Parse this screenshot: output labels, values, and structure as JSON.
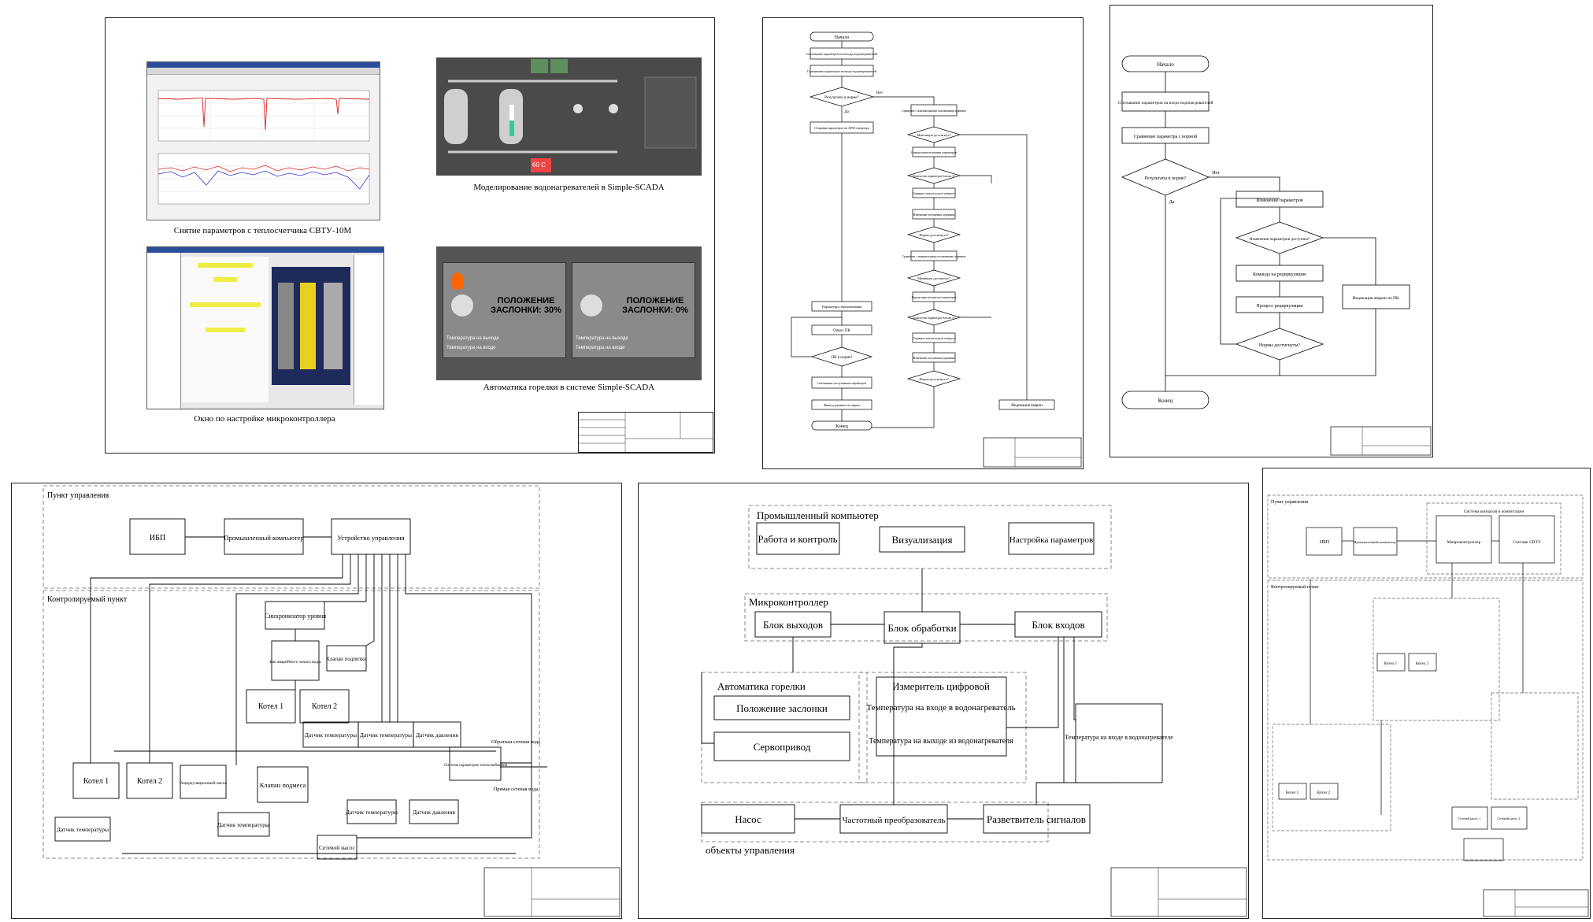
{
  "sheet1": {
    "caption_tl": "Снятие параметров с теплосчетчика СВТУ-10М",
    "caption_tr": "Моделирование водонагревателей в Simple-SCADA",
    "caption_bl": "Окно по настройке микроконтроллера",
    "caption_br": "Автоматика горелки в системе Simple-SCADA",
    "scada_temp": "60 C",
    "damper_left": "ПОЛОЖЕНИЕ ЗАСЛОНКИ: 30%",
    "damper_right": "ПОЛОЖЕНИЕ ЗАСЛОНКИ: 0%",
    "out_temp_label": "Температура на выходе",
    "in_temp_label": "Температура на входе"
  },
  "sheet2": {
    "start": "Начало",
    "read1": "Считывание параметров на выходе водонагревателей",
    "read2": "Считывание параметров на входе водонагревателей",
    "cond_norm": "Результаты в норме?",
    "send_arm": "Отправка параметров на АРМ оператора",
    "cmp_max": "Сравнение с максимальными положениями задвижек",
    "max_reached": "Максимум достигнут?",
    "define_values": "Определение величины параметров",
    "count_more": "Количество параметров больше 3?",
    "send_relay": "Отправка сигнала на реле поворота",
    "change_valve": "Изменение положения задвижки",
    "norm_reached": "Норма достигнута?",
    "cmp_min": "Сравнение с минимальными положениями задвижек",
    "min_reached": "Минимум достигнут?",
    "define_count": "Определение количества параметров",
    "count_more2": "Количество параметров больше 3?",
    "send_relay2": "Отправка сигнала на реле поворота",
    "change_valve2": "Изменение положения задвижки",
    "norm_reached2": "Норма достигнута?",
    "alarm": "Индикация аварии",
    "pump_params": "Параметры перекачивания",
    "poll_pk": "Опрос ПК",
    "pk_norm": "ПК в норме?",
    "read_params": "Считывание поступивших параметров",
    "output": "Вывод данных на экран",
    "end": "Конец",
    "yes": "Да",
    "no": "Нет"
  },
  "sheet3": {
    "start": "Начало",
    "read": "Считывание параметров на входе водонагревателей",
    "compare": "Сравнение параметра с нормой",
    "cond": "Результаты в норме?",
    "change": "Изменение параметров",
    "cond_avail": "Изменения параметров доступны?",
    "cmd_recirc": "Команда на рециркуляцию",
    "process_recirc": "Процесс рециркуляции",
    "cond_norms": "Нормы достигнуты?",
    "alarm_pk": "Индикация аварии на ПК",
    "end": "Конец",
    "yes": "Да",
    "no": "Нет"
  },
  "sheet4": {
    "zone_top": "Пункт управления",
    "zone_bottom": "Контролируемый пункт",
    "ups": "ИБП",
    "pc": "Промышленный компьютер",
    "ctrl": "Устройство управления",
    "sync": "Синхронизатор уровня",
    "tank": "Бак аварийного запаса воды",
    "makeup": "Клапан подпитки",
    "boiler1": "Котел 1",
    "boiler2": "Котел 2",
    "temp_sensor": "Датчик температуры",
    "pressure_sensor": "Датчик давления",
    "recirc_pump": "Рециркуляционный насос",
    "mix_valve": "Клапан подмеса",
    "heat_system": "Система параметров теплоснабжения",
    "return_water": "Обратная сетевая вода",
    "supply_water": "Прямая сетевая вода",
    "net_pump": "Сетевой насос"
  },
  "sheet5": {
    "pc_title": "Промышленный компьютер",
    "work": "Работа и контроль",
    "vis": "Визуализация",
    "setup": "Настройка параметров",
    "mcu_title": "Микроконтроллер",
    "out_block": "Блок выходов",
    "proc_block": "Блок обработки",
    "in_block": "Блок входов",
    "burner": "Автоматика горелки",
    "damper": "Положение заслонки",
    "servo": "Сервопривод",
    "meter": "Измеритель цифровой",
    "temp_in": "Температура на входе в водонагреватель",
    "temp_out": "Температура на выходе из водонагревателя",
    "temp_in2": "Температура на входе в водонагревателе",
    "pump": "Насос",
    "freq": "Частотный преобразователь",
    "splitter": "Разветвитель сигналов",
    "objects": "объекты управления"
  },
  "sheet6": {
    "zone_top": "Пункт управления",
    "zone_bottom": "Контролируемый пункт",
    "ups": "ИБП",
    "pc": "Промышленный компьютер",
    "sys": "Система контроля и коммутации",
    "mcu": "Микроконтроллер",
    "meter": "Счетчик СВТУ",
    "boiler1": "Котел 1",
    "boiler2": "Котел 2",
    "pump1": "Сетевой насос 1",
    "pump2": "Сетевой насос 2"
  }
}
